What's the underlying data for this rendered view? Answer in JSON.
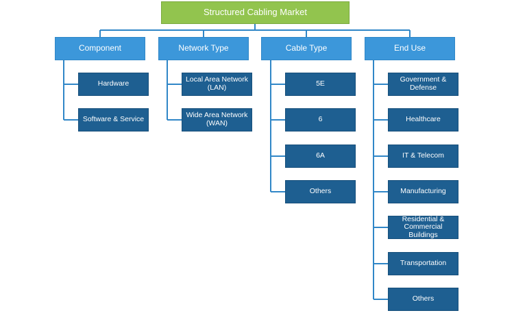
{
  "root": {
    "label": "Structured Cabling Market"
  },
  "categories": [
    {
      "label": "Component",
      "items": [
        "Hardware",
        "Software & Service"
      ]
    },
    {
      "label": "Network Type",
      "items": [
        "Local Area Network\n(LAN)",
        "Wide Area Network\n(WAN)"
      ]
    },
    {
      "label": "Cable Type",
      "items": [
        "5E",
        "6",
        "6A",
        "Others"
      ]
    },
    {
      "label": "End Use",
      "items": [
        "Government &\nDefense",
        "Healthcare",
        "IT & Telecom",
        "Manufacturing",
        "Residential &\nCommercial Buildings",
        "Transportation",
        "Others"
      ]
    }
  ],
  "colors": {
    "root": "#92c44e",
    "category": "#3c97da",
    "item": "#1e5f91",
    "connector": "#2f86c7"
  }
}
